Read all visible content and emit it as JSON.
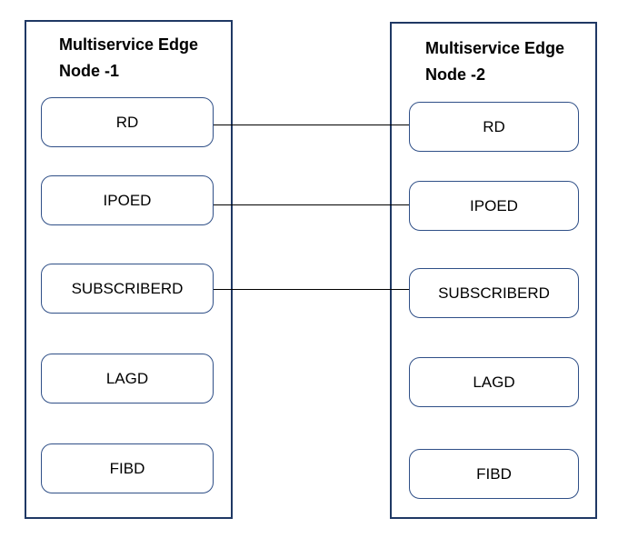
{
  "diagram": {
    "nodes": [
      {
        "title": "Multiservice Edge Node -1",
        "daemons": [
          "RD",
          "IPOED",
          "SUBSCRIBERD",
          "LAGD",
          "FIBD"
        ]
      },
      {
        "title": "Multiservice Edge Node -2",
        "daemons": [
          "RD",
          "IPOED",
          "SUBSCRIBERD",
          "LAGD",
          "FIBD"
        ]
      }
    ],
    "connections": [
      {
        "from": "Multiservice Edge Node -1 / RD",
        "to": "Multiservice Edge Node -2 / RD"
      },
      {
        "from": "Multiservice Edge Node -1 / IPOED",
        "to": "Multiservice Edge Node -2 / IPOED"
      },
      {
        "from": "Multiservice Edge Node -1 / SUBSCRIBERD",
        "to": "Multiservice Edge Node -2 / SUBSCRIBERD"
      }
    ],
    "colors": {
      "node_border": "#1f3864",
      "daemon_border": "#2f4f87",
      "connector_line": "#000000",
      "text": "#000000",
      "background": "#ffffff"
    }
  }
}
